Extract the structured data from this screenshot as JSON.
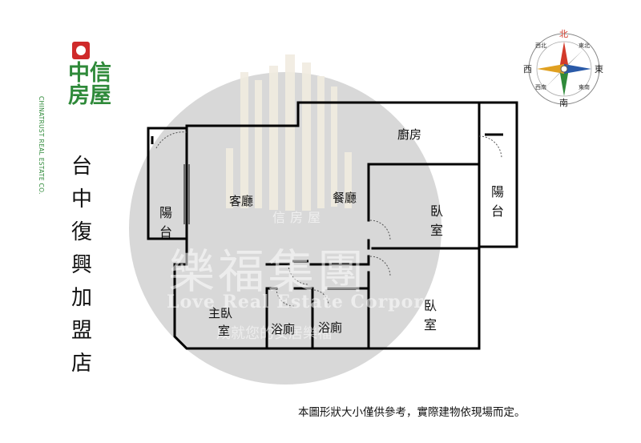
{
  "brand": {
    "name": "中信房屋",
    "english": "CHINATRUST REAL ESTATE CO.",
    "color": "#2f8a3a",
    "accent": "#cf2a2a"
  },
  "store_title_chars": [
    "台",
    "中",
    "復",
    "興",
    "加",
    "盟",
    "店"
  ],
  "watermark": {
    "group_name": "樂福集團",
    "english": "Love Real Estate Corporation",
    "slogan": "成就您的安居樂福",
    "small": "信房屋"
  },
  "rooms": {
    "balcony_left": "陽台",
    "living": "客廳",
    "dining": "餐廳",
    "kitchen": "廚房",
    "bedroom_upper": "臥室",
    "balcony_right": "陽台",
    "master_bedroom_l1": "主臥",
    "master_bedroom_l2": "室",
    "bath_1": "浴廁",
    "bath_2": "浴廁",
    "bedroom_lower": "臥室"
  },
  "compass": {
    "north": "北",
    "south": "南",
    "east": "東",
    "west": "西",
    "northwest": "西北",
    "northeast": "東北",
    "southwest": "西南",
    "southeast": "東南"
  },
  "footnote": "本圖形狀大小僅供參考，實際建物依現場而定。"
}
